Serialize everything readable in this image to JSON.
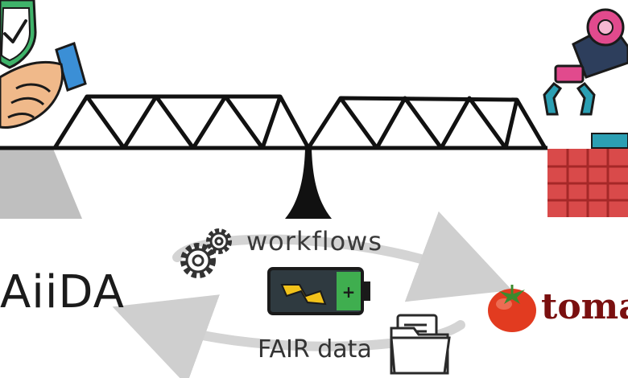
{
  "labels": {
    "workflows": "workflows",
    "fair_data": "FAIR data",
    "aiida": "AiiDA",
    "tomato": "toma"
  },
  "icons": {
    "left_top": "handshake-shield-icon",
    "right_top": "robot-arm-icon",
    "center": "battery-icon",
    "workflow": "gears-icon",
    "data": "folder-files-icon",
    "tomato": "tomato-icon"
  },
  "colors": {
    "shield_green": "#3fb36a",
    "skin": "#f0b98a",
    "sleeve_blue": "#3b8fd6",
    "robot_dark": "#2d3e5c",
    "robot_pink": "#e14a8d",
    "robot_teal": "#2b9fb3",
    "crate_red": "#d94a4a",
    "battery_green": "#3fae4f",
    "bolt_yellow": "#f2c21a",
    "tomato_red": "#e23b20"
  }
}
